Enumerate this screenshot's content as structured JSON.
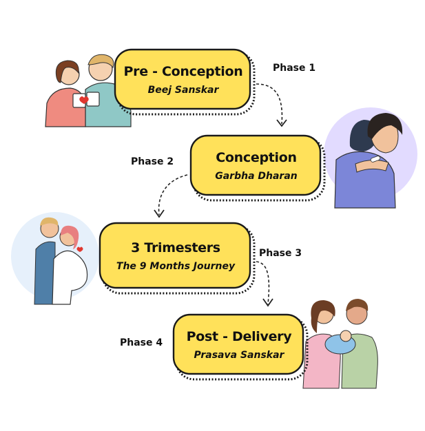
{
  "phases": [
    {
      "label": "Phase 1",
      "title": "Pre - Conception",
      "subtitle": "Beej Sanskar"
    },
    {
      "label": "Phase 2",
      "title": "Conception",
      "subtitle": "Garbha Dharan"
    },
    {
      "label": "Phase 3",
      "title": "3 Trimesters",
      "subtitle": "The 9 Months Journey"
    },
    {
      "label": "Phase 4",
      "title": "Post - Delivery",
      "subtitle": "Prasava Sanskar"
    }
  ],
  "colors": {
    "box_fill": "#ffe15a",
    "box_outline": "#1a1a1a",
    "arrow": "#222222",
    "purple_circle": "#e2dbff",
    "blue_circle": "#e6f0fb"
  }
}
